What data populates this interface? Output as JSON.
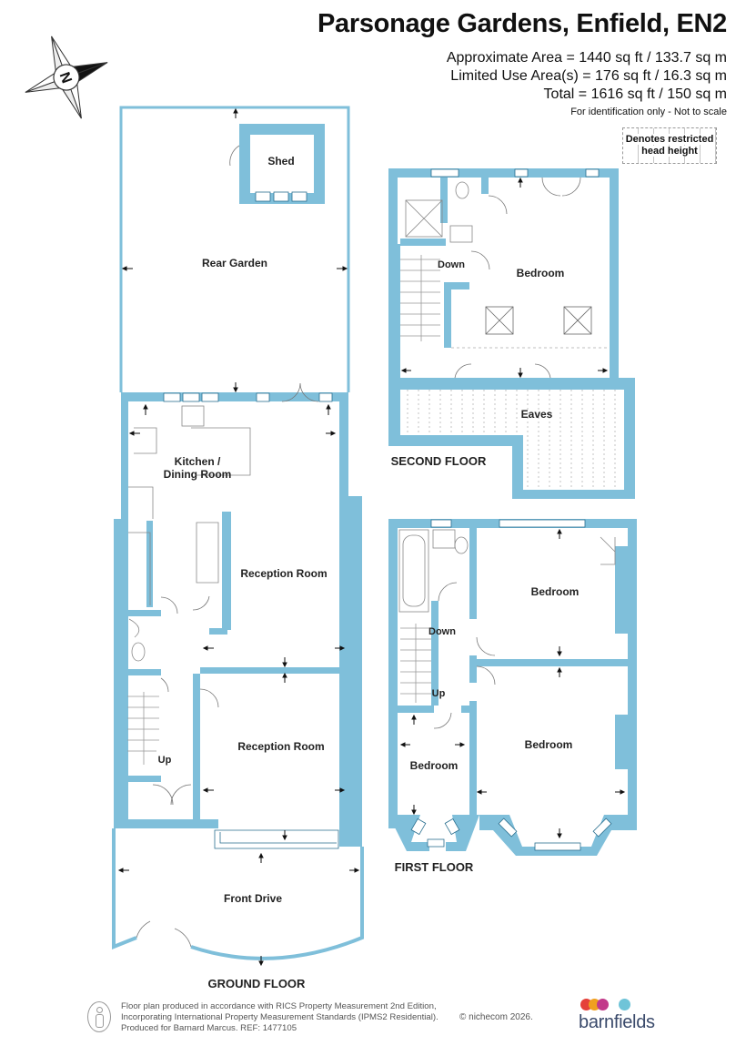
{
  "header": {
    "title": "Parsonage Gardens, Enfield, EN2",
    "approximate_area": "Approximate Area = 1440 sq ft / 133.7 sq m",
    "limited_use_area": "Limited Use Area(s) = 176 sq ft / 16.3 sq m",
    "total": "Total = 1616 sq ft / 150 sq m",
    "identification_note": "For identification only - Not to scale"
  },
  "compass": {
    "label": "N"
  },
  "legend": {
    "restricted_head_height": "Denotes restricted head height"
  },
  "floors": {
    "ground": {
      "label": "GROUND FLOOR",
      "rooms": {
        "shed": "Shed",
        "rear_garden": "Rear Garden",
        "kitchen_line1": "Kitchen /",
        "kitchen_line2": "Dining Room",
        "reception_rear": "Reception Room",
        "reception_front": "Reception Room",
        "front_drive": "Front Drive",
        "stairs_up": "Up"
      }
    },
    "first": {
      "label": "FIRST FLOOR",
      "rooms": {
        "bedroom_rear": "Bedroom",
        "bedroom_front": "Bedroom",
        "bedroom_small": "Bedroom",
        "stairs_down": "Down",
        "stairs_up": "Up"
      }
    },
    "second": {
      "label": "SECOND FLOOR",
      "rooms": {
        "bedroom": "Bedroom",
        "eaves": "Eaves",
        "stairs_down": "Down"
      }
    }
  },
  "footer": {
    "line1": "Floor plan produced in accordance with RICS Property Measurement 2nd Edition,",
    "line2": "Incorporating International Property Measurement Standards (IPMS2 Residential).",
    "line3": "Produced for Barnard Marcus.   REF: 1477105",
    "copyright": "© nichecom 2026."
  },
  "brand": {
    "name": "barnfields",
    "dot_colors": [
      "#e5413a",
      "#f0a020",
      "#c23a8a",
      "#6fc4d8"
    ]
  },
  "colors": {
    "wall": "#7fbfda",
    "outline": "#2a6f8f"
  }
}
